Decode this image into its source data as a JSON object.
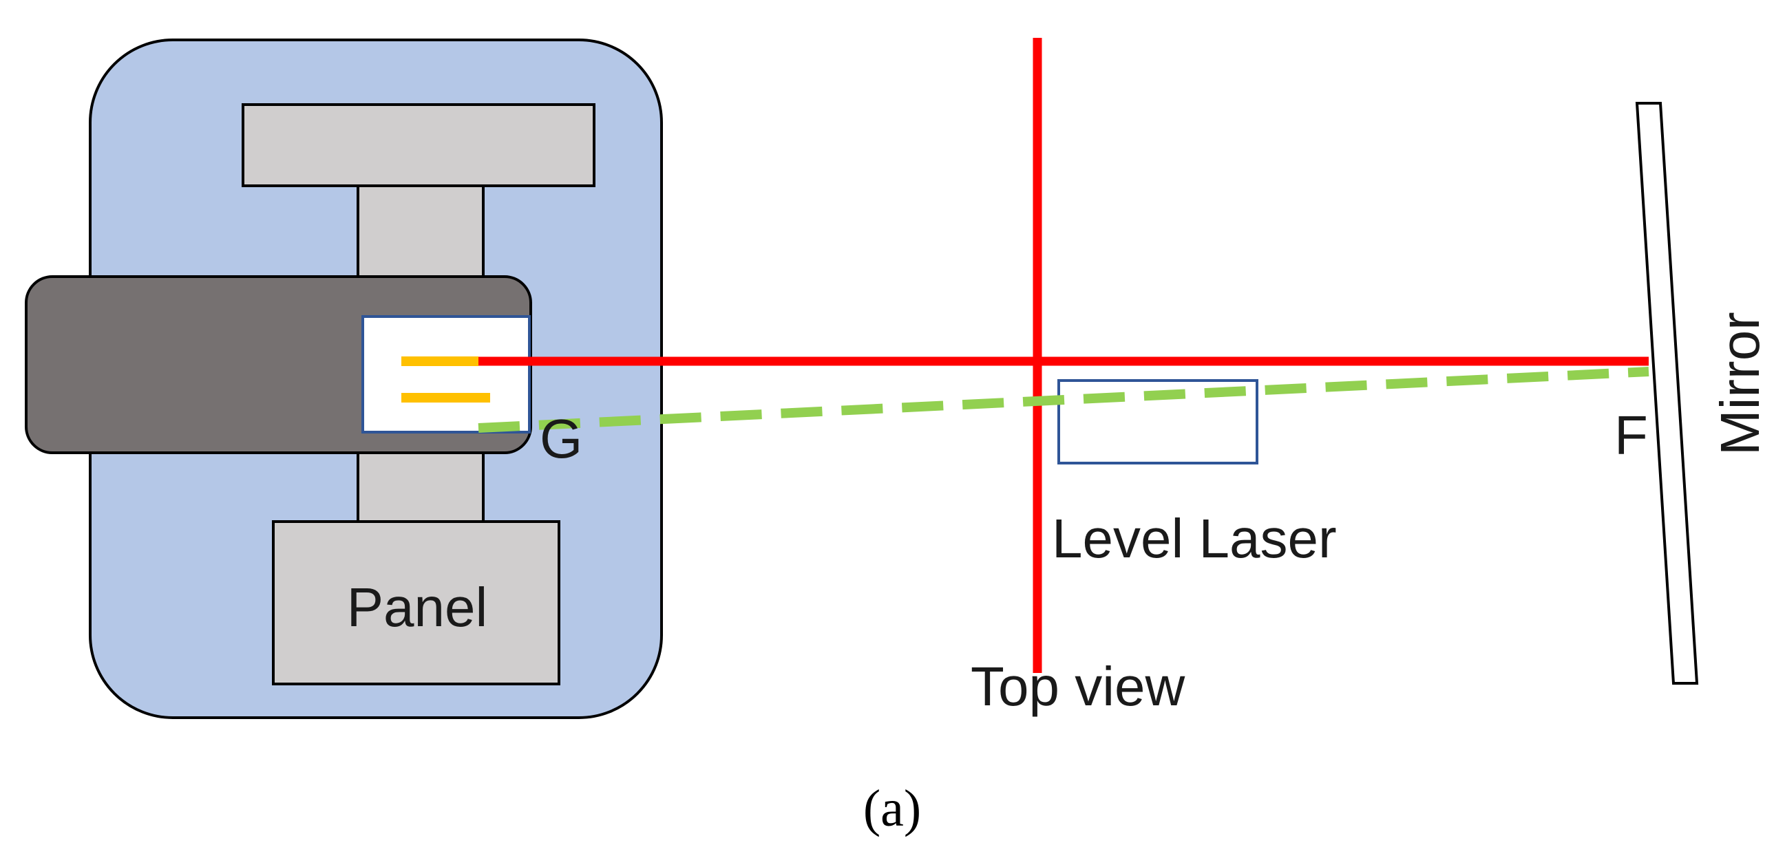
{
  "labels": {
    "panel": "Panel",
    "level_laser": "Level Laser",
    "top_view": "Top view",
    "mirror": "Mirror",
    "point_g": "G",
    "point_f": "F",
    "caption": "(a)"
  },
  "colors": {
    "device_body": "#b4c7e7",
    "gray_parts": "#d0cece",
    "dark_clamp": "#767171",
    "laser_red": "#ff0000",
    "reflected_green": "#92d050",
    "led_orange": "#ffc000",
    "level_laser_box": "#2f5597"
  }
}
